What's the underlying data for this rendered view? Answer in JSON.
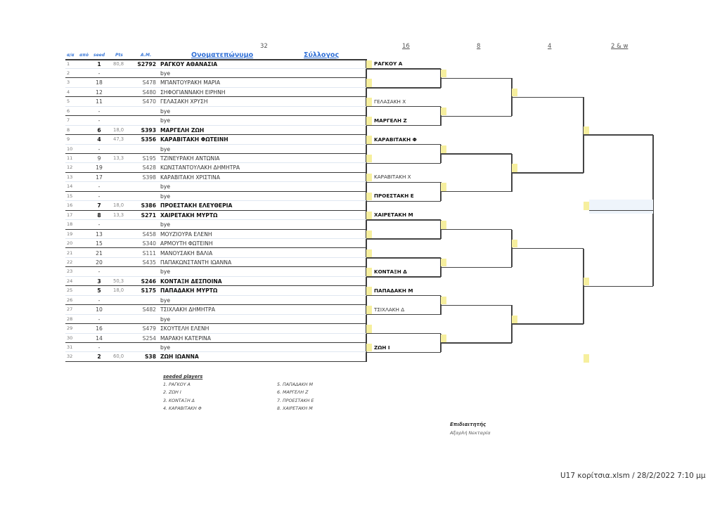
{
  "header": {
    "col_aa": "α/α",
    "col_apo": "από",
    "col_seed": "seed",
    "col_pts": "Pts",
    "col_am": "A.M.",
    "col_name": "Ονοματεπώνυμο",
    "col_club": "Σύλλογος",
    "draw_size": "32"
  },
  "rounds": [
    "16",
    "8",
    "4",
    "2 & w"
  ],
  "entries": [
    {
      "aa": "1",
      "seed": "1",
      "pts": "80,8",
      "am": "S2792",
      "name": "ΡΑΓΚΟΥ ΑΘΑΝΑΣΙΑ",
      "bold": true
    },
    {
      "aa": "2",
      "seed": "-",
      "pts": "",
      "am": "",
      "name": "bye",
      "bold": false
    },
    {
      "aa": "3",
      "seed": "18",
      "pts": "",
      "am": "S478",
      "name": "ΜΠΑΝΤΟΥΡΑΚΗ ΜΑΡΙΑ",
      "bold": false
    },
    {
      "aa": "4",
      "seed": "12",
      "pts": "",
      "am": "S480",
      "name": "ΣΗΦΟΓΙΑΝΝΑΚΗ ΕΙΡΗΝΗ",
      "bold": false
    },
    {
      "aa": "5",
      "seed": "11",
      "pts": "",
      "am": "S470",
      "name": "ΓΕΛΑΣΑΚΗ ΧΡΥΣΗ",
      "bold": false
    },
    {
      "aa": "6",
      "seed": "-",
      "pts": "",
      "am": "",
      "name": "bye",
      "bold": false
    },
    {
      "aa": "7",
      "seed": "-",
      "pts": "",
      "am": "",
      "name": "bye",
      "bold": false
    },
    {
      "aa": "8",
      "seed": "6",
      "pts": "18,0",
      "am": "S393",
      "name": "ΜΑΡΓΕΛΗ ΖΩΗ",
      "bold": true
    },
    {
      "aa": "9",
      "seed": "4",
      "pts": "47,3",
      "am": "S356",
      "name": "ΚΑΡΑΒΙΤΑΚΗ ΦΩΤΕΙΝΗ",
      "bold": true
    },
    {
      "aa": "10",
      "seed": "-",
      "pts": "",
      "am": "",
      "name": "bye",
      "bold": false
    },
    {
      "aa": "11",
      "seed": "9",
      "pts": "13,3",
      "am": "S195",
      "name": "ΤΖΙΝΕΥΡΑΚΗ ΑΝΤΩΝΙΑ",
      "bold": false
    },
    {
      "aa": "12",
      "seed": "19",
      "pts": "",
      "am": "S428",
      "name": "ΚΩΝΣΤΑΝΤΟΥΛΑΚΗ ΔΗΜΗΤΡΑ",
      "bold": false
    },
    {
      "aa": "13",
      "seed": "17",
      "pts": "",
      "am": "S398",
      "name": "ΚΑΡΑΒΙΤΑΚΗ ΧΡΙΣΤΙΝΑ",
      "bold": false
    },
    {
      "aa": "14",
      "seed": "-",
      "pts": "",
      "am": "",
      "name": "bye",
      "bold": false
    },
    {
      "aa": "15",
      "seed": "-",
      "pts": "",
      "am": "",
      "name": "bye",
      "bold": false
    },
    {
      "aa": "16",
      "seed": "7",
      "pts": "18,0",
      "am": "S386",
      "name": "ΠΡΟΕΣΤΑΚΗ ΕΛΕΥΘΕΡΙΑ",
      "bold": true
    },
    {
      "aa": "17",
      "seed": "8",
      "pts": "13,3",
      "am": "S271",
      "name": "ΧΑΙΡΕΤΑΚΗ ΜΥΡΤΩ",
      "bold": true
    },
    {
      "aa": "18",
      "seed": "-",
      "pts": "",
      "am": "",
      "name": "bye",
      "bold": false
    },
    {
      "aa": "19",
      "seed": "13",
      "pts": "",
      "am": "S458",
      "name": "ΜΟΥΖΙΟΥΡΑ ΕΛΕΝΗ",
      "bold": false
    },
    {
      "aa": "20",
      "seed": "15",
      "pts": "",
      "am": "S340",
      "name": "ΑΡΜΟΥΤΗ ΦΩΤΕΙΝΗ",
      "bold": false
    },
    {
      "aa": "21",
      "seed": "21",
      "pts": "",
      "am": "S111",
      "name": "ΜΑΝΟΥΣΑΚΗ ΒΑΛΙΑ",
      "bold": false
    },
    {
      "aa": "22",
      "seed": "20",
      "pts": "",
      "am": "S435",
      "name": "ΠΑΠΑΚΩΝΣΤΑΝΤΗ ΙΩΑΝΝΑ",
      "bold": false
    },
    {
      "aa": "23",
      "seed": "-",
      "pts": "",
      "am": "",
      "name": "bye",
      "bold": false
    },
    {
      "aa": "24",
      "seed": "3",
      "pts": "50,3",
      "am": "S246",
      "name": "ΚΟΝΤΑΞΗ ΔΕΣΠΟΙΝΑ",
      "bold": true
    },
    {
      "aa": "25",
      "seed": "5",
      "pts": "18,0",
      "am": "S175",
      "name": "ΠΑΠΑΔΑΚΗ ΜΥΡΤΩ",
      "bold": true
    },
    {
      "aa": "26",
      "seed": "-",
      "pts": "",
      "am": "",
      "name": "bye",
      "bold": false
    },
    {
      "aa": "27",
      "seed": "10",
      "pts": "",
      "am": "S482",
      "name": "ΤΣΙΧΛΑΚΗ ΔΗΜΗΤΡΑ",
      "bold": false
    },
    {
      "aa": "28",
      "seed": "-",
      "pts": "",
      "am": "",
      "name": "bye",
      "bold": false
    },
    {
      "aa": "29",
      "seed": "16",
      "pts": "",
      "am": "S479",
      "name": "ΣΚΟΥΤΕΛΗ ΕΛΕΝΗ",
      "bold": false
    },
    {
      "aa": "30",
      "seed": "14",
      "pts": "",
      "am": "S254",
      "name": "ΜΑΡΑΚΗ ΚΑΤΕΡΙΝΑ",
      "bold": false
    },
    {
      "aa": "31",
      "seed": "-",
      "pts": "",
      "am": "",
      "name": "bye",
      "bold": false
    },
    {
      "aa": "32",
      "seed": "2",
      "pts": "60,0",
      "am": "S38",
      "name": "ΖΩΗ ΙΩΑΝΝΑ",
      "bold": true
    }
  ],
  "bracket": {
    "round_of_16": [
      {
        "name": "ΡΑΓΚΟΥ Α",
        "bold": true
      },
      {
        "name": "",
        "bold": false
      },
      {
        "name": "ΓΕΛΑΣΑΚΗ Χ",
        "bold": false
      },
      {
        "name": "ΜΑΡΓΕΛΗ Ζ",
        "bold": true
      },
      {
        "name": "ΚΑΡΑΒΙΤΑΚΗ Φ",
        "bold": true
      },
      {
        "name": "",
        "bold": false
      },
      {
        "name": "ΚΑΡΑΒΙΤΑΚΗ Χ",
        "bold": false
      },
      {
        "name": "ΠΡΟΕΣΤΑΚΗ Ε",
        "bold": true
      },
      {
        "name": "ΧΑΙΡΕΤΑΚΗ Μ",
        "bold": true
      },
      {
        "name": "",
        "bold": false
      },
      {
        "name": "",
        "bold": false
      },
      {
        "name": "ΚΟΝΤΑΞΗ Δ",
        "bold": true
      },
      {
        "name": "ΠΑΠΑΔΑΚΗ Μ",
        "bold": true
      },
      {
        "name": "ΤΣΙΧΛΑΚΗ Δ",
        "bold": false
      },
      {
        "name": "",
        "bold": false
      },
      {
        "name": "ΖΩΗ Ι",
        "bold": true
      }
    ],
    "quarterfinals": [
      "",
      "",
      "",
      "",
      "",
      "",
      "",
      ""
    ],
    "semifinals": [
      "",
      "",
      "",
      ""
    ],
    "final": [
      "",
      ""
    ],
    "winner": ""
  },
  "seeded": {
    "title": "seeded players",
    "players": [
      "1. ΡΑΓΚΟΥ Α",
      "2. ΖΩΗ Ι",
      "3. ΚΟΝΤΑΞΗ Δ",
      "4. ΚΑΡΑΒΙΤΑΚΗ Φ",
      "5. ΠΑΠΑΔΑΚΗ Μ",
      "6. ΜΑΡΓΕΛΗ Ζ",
      "7. ΠΡΟΕΣΤΑΚΗ Ε",
      "8. ΧΑΙΡΕΤΑΚΗ Μ"
    ]
  },
  "signature": {
    "title": "Επιδιαιτητής",
    "name": "Αξαρλή Νεκταρία"
  },
  "footer": "U17 κορίτσια.xlsm / 28/2/2022 7:10 μμ",
  "colors": {
    "header_blue": "#2f6fd6",
    "slot_yellow": "#f6ef9e",
    "line": "#444444"
  }
}
